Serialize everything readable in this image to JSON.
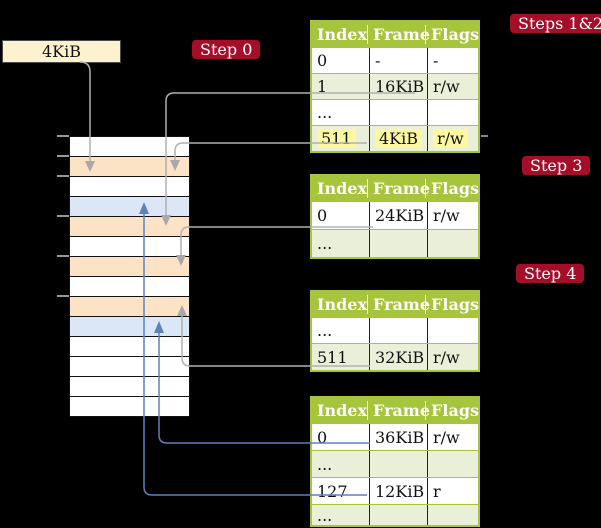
{
  "frame_box": {
    "label": "4KiB"
  },
  "step_labels": [
    {
      "text": "Step 0"
    },
    {
      "text": "Steps 1&2"
    },
    {
      "text": "Step 3"
    },
    {
      "text": "Step 4"
    }
  ],
  "memory": {
    "rows": [
      "white",
      "peach",
      "white",
      "blue",
      "peach",
      "white",
      "peach",
      "white",
      "peach",
      "blue",
      "white",
      "white",
      "white",
      "white"
    ]
  },
  "tables": [
    {
      "name": "steps-1-2",
      "columns": [
        "Index",
        "Frame",
        "Flags"
      ],
      "rows": [
        {
          "cells": [
            "0",
            "-",
            "-"
          ]
        },
        {
          "cells": [
            "1",
            "16KiB",
            "r/w"
          ]
        },
        {
          "cells": [
            "...",
            "",
            ""
          ]
        },
        {
          "cells": [
            "511",
            "4KiB",
            "r/w"
          ],
          "highlighted": true
        }
      ]
    },
    {
      "name": "step-3",
      "columns": [
        "Index",
        "Frame",
        "Flags"
      ],
      "rows": [
        {
          "cells": [
            "0",
            "24KiB",
            "r/w"
          ]
        },
        {
          "cells": [
            "...",
            "",
            ""
          ]
        }
      ]
    },
    {
      "name": "step-4",
      "columns": [
        "Index",
        "Frame",
        "Flags"
      ],
      "rows": [
        {
          "cells": [
            "...",
            "",
            ""
          ]
        },
        {
          "cells": [
            "511",
            "32KiB",
            "r/w"
          ]
        }
      ]
    },
    {
      "name": "final-level",
      "columns": [
        "Index",
        "Frame",
        "Flags"
      ],
      "rows": [
        {
          "cells": [
            "0",
            "36KiB",
            "r/w"
          ]
        },
        {
          "cells": [
            "...",
            "",
            ""
          ]
        },
        {
          "cells": [
            "127",
            "12KiB",
            "r"
          ]
        },
        {
          "cells": [
            "...",
            "",
            ""
          ]
        }
      ]
    }
  ],
  "colors": {
    "background": "#000000",
    "table_header_bg": "#a6c43c",
    "table_border": "#a6c43c",
    "table_row_alt_bg": "#e9efd8",
    "highlight_yellow": "#fcf8a0",
    "frame_box_bg": "#fdf2d0",
    "step_label_bg": "#a40e28",
    "step_label_text": "#ffffff",
    "memory_peach": "#fce3c5",
    "memory_blue": "#dbe7f6",
    "memory_white": "#ffffff",
    "arrow_gray": "#b0b0b0",
    "arrow_blue": "#5e81ba"
  }
}
